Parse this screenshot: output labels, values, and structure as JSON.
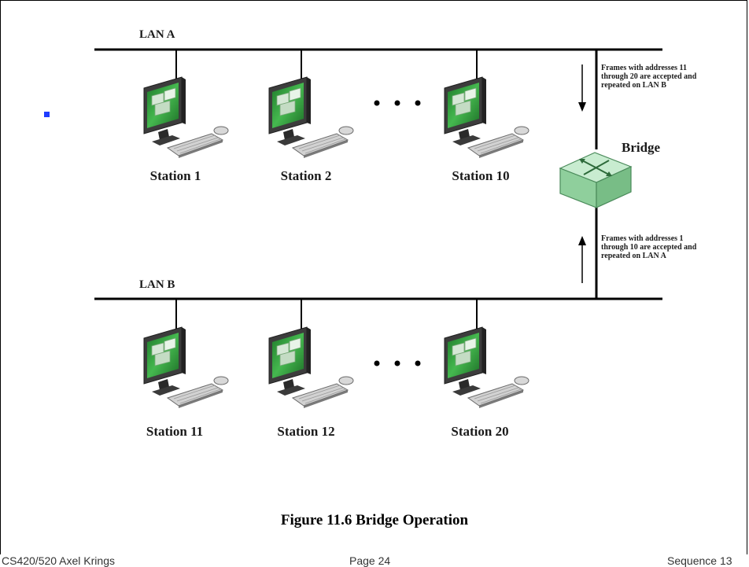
{
  "lan_a": {
    "label": "LAN A"
  },
  "lan_b": {
    "label": "LAN B"
  },
  "bridge": {
    "label": "Bridge"
  },
  "lan_a_stations": [
    {
      "label": "Station 1"
    },
    {
      "label": "Station 2"
    },
    {
      "label": "Station 10"
    }
  ],
  "lan_b_stations": [
    {
      "label": "Station 11"
    },
    {
      "label": "Station 12"
    },
    {
      "label": "Station 20"
    }
  ],
  "notes": {
    "to_lan_b": "Frames with addresses 11 through 20 are accepted and repeated on LAN B",
    "to_lan_a": "Frames with addresses 1 through 10 are accepted and repeated on LAN A"
  },
  "caption": "Figure 11.6  Bridge Operation",
  "footer": {
    "left": "CS420/520 Axel Krings",
    "center": "Page 24",
    "right": "Sequence 13"
  },
  "colors": {
    "screen_green": "#2f9a3a",
    "bridge_green": "#a6dcb0",
    "bullet_blue": "#1f3cff"
  }
}
